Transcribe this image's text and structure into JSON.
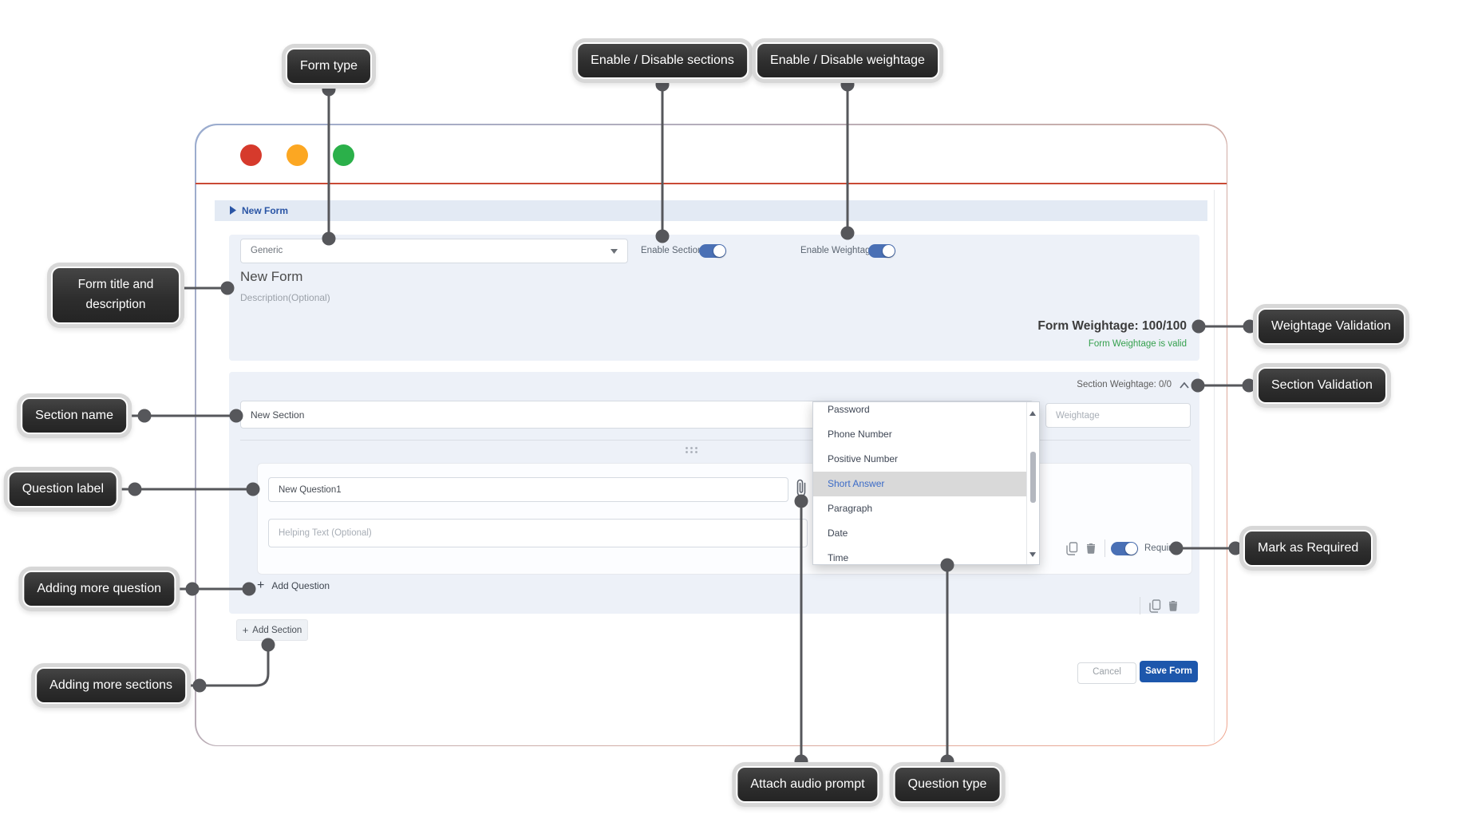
{
  "chrome": {
    "traffic_lights": [
      "close",
      "minimize",
      "maximize"
    ]
  },
  "breadcrumb": {
    "label": "New Form"
  },
  "header": {
    "form_type_value": "Generic",
    "enable_sections": "Enable Sections",
    "enable_weightage": "Enable Weightage",
    "title": "New Form",
    "description_placeholder": "Description(Optional)",
    "weightage_summary": "Form Weightage: 100/100",
    "weightage_status": "Form Weightage is valid"
  },
  "section": {
    "weightage_summary": "Section Weightage: 0/0",
    "name_value": "New Section",
    "weightage_placeholder": "Weightage"
  },
  "question": {
    "label_value": "New Question1",
    "helping_placeholder": "Helping Text (Optional)",
    "required": "Required"
  },
  "type_dropdown": {
    "items": [
      "Password",
      "Phone Number",
      "Positive Number",
      "Short Answer",
      "Paragraph",
      "Date",
      "Time"
    ],
    "selected": "Short Answer"
  },
  "footer": {
    "add_question": "Add Question",
    "add_section": "Add Section",
    "cancel": "Cancel",
    "save": "Save Form"
  },
  "icons": {
    "plus": "+"
  },
  "callouts": {
    "form_type": "Form type",
    "enable_sections": "Enable / Disable sections",
    "enable_weightage": "Enable / Disable weightage",
    "form_title": "Form title and description",
    "weightage_validation": "Weightage Validation",
    "section_validation": "Section Validation",
    "section_name": "Section name",
    "question_label": "Question label",
    "mark_required": "Mark as Required",
    "add_question": "Adding more question",
    "add_sections": "Adding more sections",
    "attach_audio": "Attach audio prompt",
    "question_type": "Question type"
  },
  "colors": {
    "accent_blue": "#1d57ac",
    "toggle_blue": "#4a70b5",
    "valid_green": "#35a04e",
    "window_line_red": "#c94a35",
    "callout_bg": "#303030",
    "traffic_red": "#d63a2c",
    "traffic_orange": "#fca722",
    "traffic_green": "#2bb04a"
  }
}
